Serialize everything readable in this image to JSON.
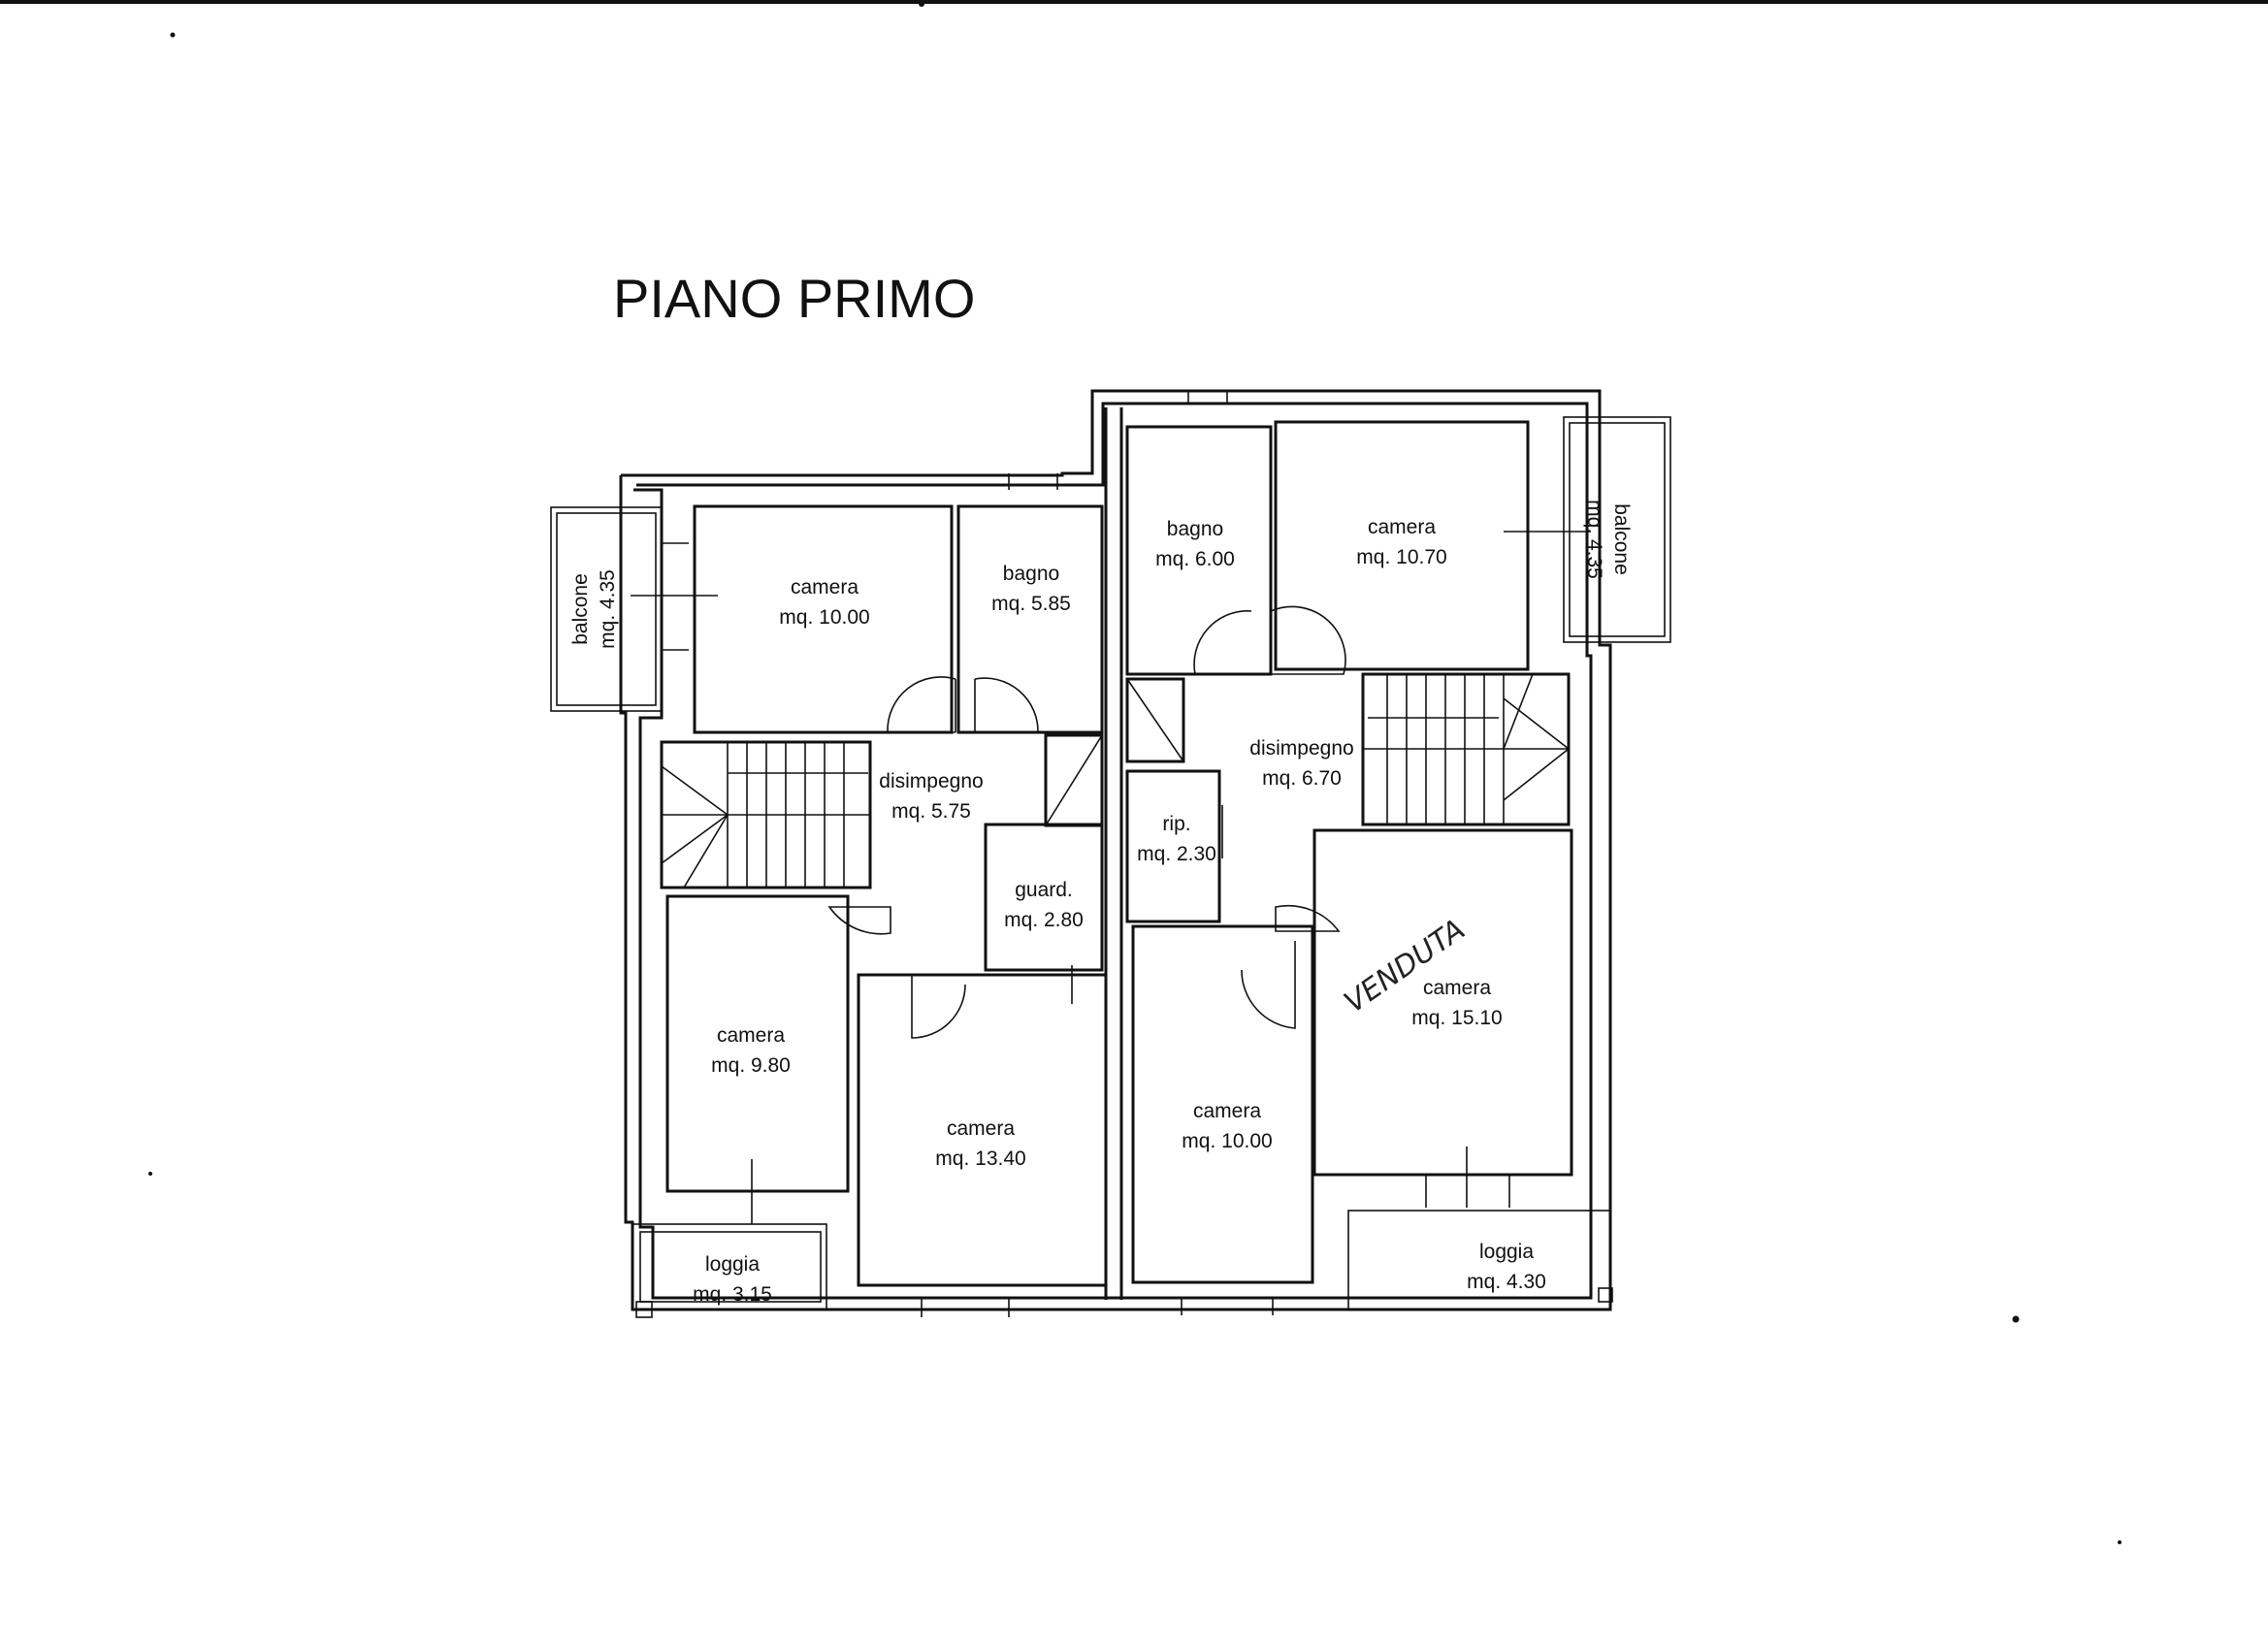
{
  "title": "PIANO PRIMO",
  "stamp": "VENDUTA",
  "rooms": [
    {
      "id": "balcone-left",
      "name": "balcone",
      "area": "mq. 4.35"
    },
    {
      "id": "camera-nw",
      "name": "camera",
      "area": "mq. 10.00"
    },
    {
      "id": "bagno-left",
      "name": "bagno",
      "area": "mq. 5.85"
    },
    {
      "id": "disimpegno-left",
      "name": "disimpegno",
      "area": "mq. 5.75"
    },
    {
      "id": "guard",
      "name": "guard.",
      "area": "mq. 2.80"
    },
    {
      "id": "camera-w",
      "name": "camera",
      "area": "mq. 9.80"
    },
    {
      "id": "camera-sw",
      "name": "camera",
      "area": "mq. 13.40"
    },
    {
      "id": "loggia-left",
      "name": "loggia",
      "area": "mq. 3.15"
    },
    {
      "id": "bagno-right",
      "name": "bagno",
      "area": "mq. 6.00"
    },
    {
      "id": "camera-ne",
      "name": "camera",
      "area": "mq. 10.70"
    },
    {
      "id": "balcone-right",
      "name": "balcone",
      "area": "mq. 4.35"
    },
    {
      "id": "disimpegno-right",
      "name": "disimpegno",
      "area": "mq. 6.70"
    },
    {
      "id": "rip",
      "name": "rip.",
      "area": "mq. 2.30"
    },
    {
      "id": "camera-e",
      "name": "camera",
      "area": "mq. 15.10"
    },
    {
      "id": "camera-se",
      "name": "camera",
      "area": "mq. 10.00"
    },
    {
      "id": "loggia-right",
      "name": "loggia",
      "area": "mq. 4.30"
    }
  ]
}
